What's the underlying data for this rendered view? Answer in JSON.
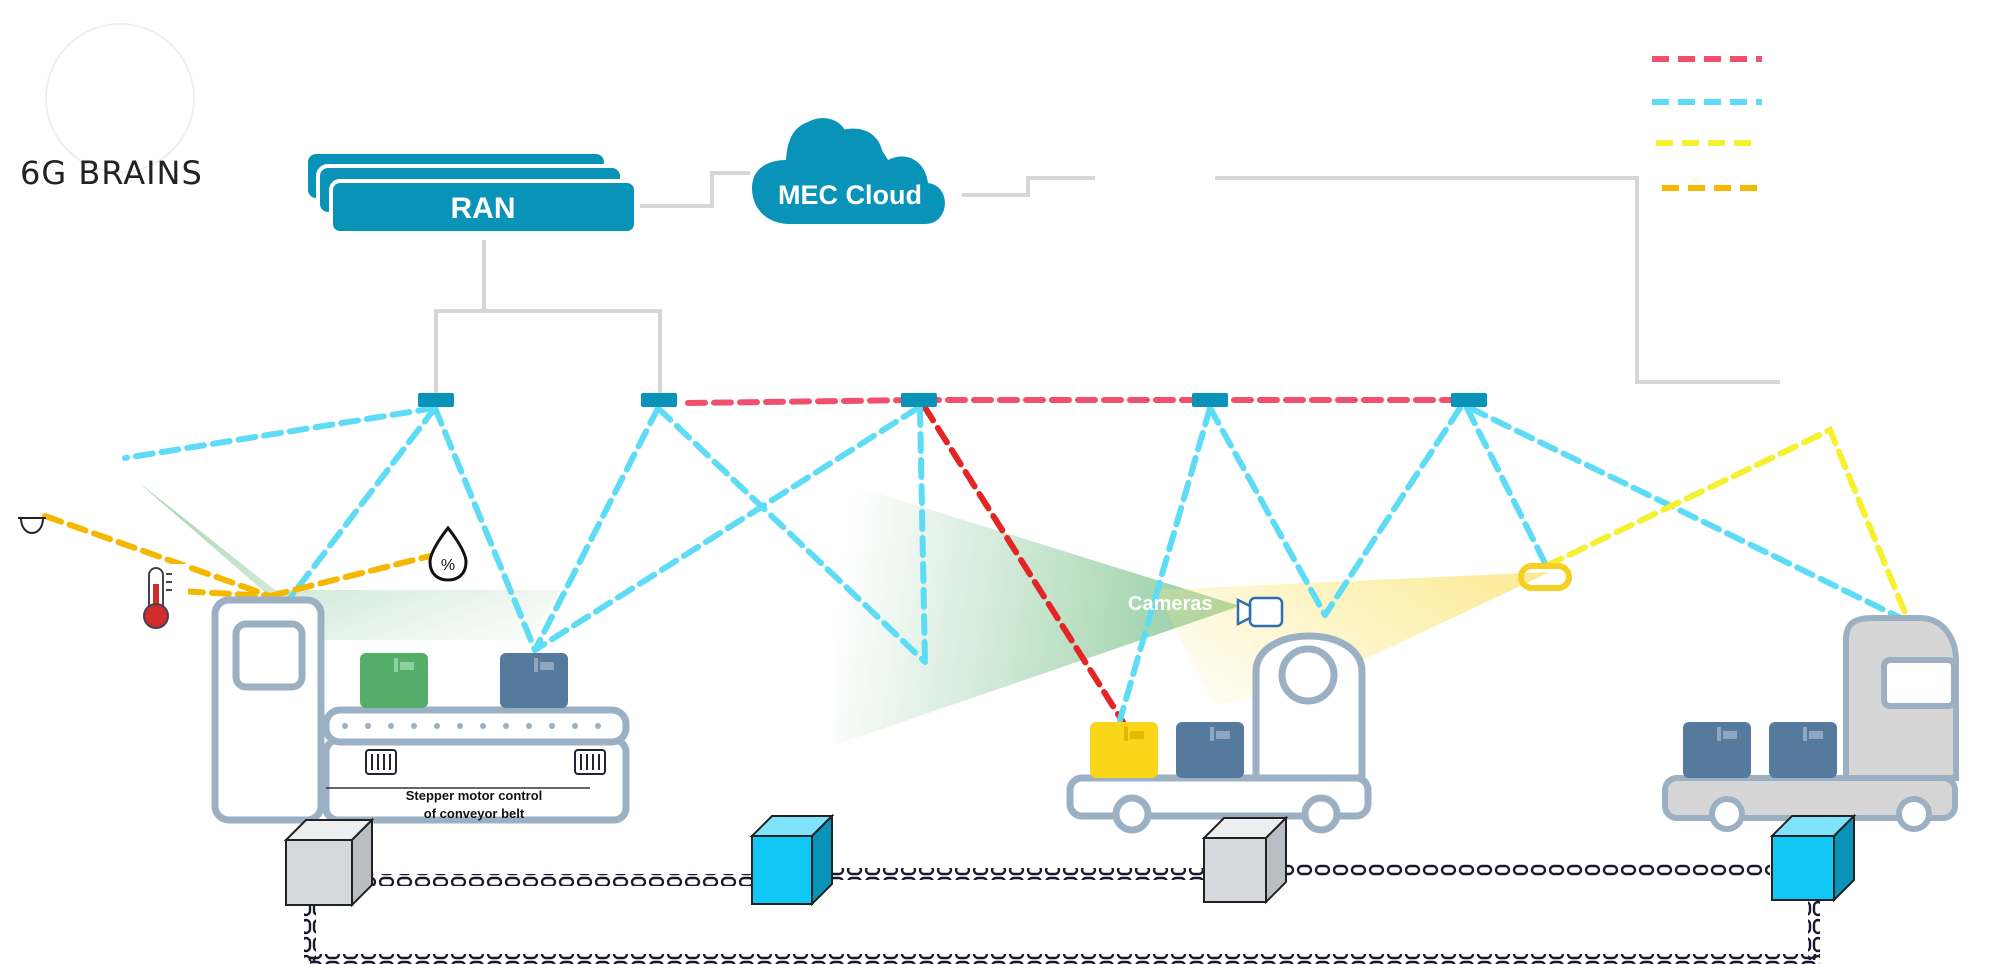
{
  "brand": {
    "name": "6G BRAINS"
  },
  "network": {
    "ran_label": "RAN",
    "mec_label": "MEC Cloud"
  },
  "scene": {
    "cameras_label": "Cameras",
    "conveyor_caption_line1": "Stepper motor control",
    "conveyor_caption_line2": "of conveyor belt"
  },
  "legend": {
    "items": [
      {
        "color": "#f0506e"
      },
      {
        "color": "#5fdcf5"
      },
      {
        "color": "#f5f030"
      },
      {
        "color": "#f5b800"
      }
    ]
  },
  "colors": {
    "teal": "#0a93b8",
    "link_red": "#f0506e",
    "link_cyan": "#5fdcf5",
    "link_yellow": "#f5f030",
    "link_orange": "#f5b800",
    "link_strong_red": "#e42525",
    "vehicle_outline": "#9cb0c4",
    "box_green": "#55ad6a",
    "box_slate": "#56799e",
    "box_yellow": "#fbd51a",
    "cube_cyan": "#11c7f5",
    "cube_grey": "#d5d9dd",
    "wire_grey": "#d6d6d6"
  }
}
